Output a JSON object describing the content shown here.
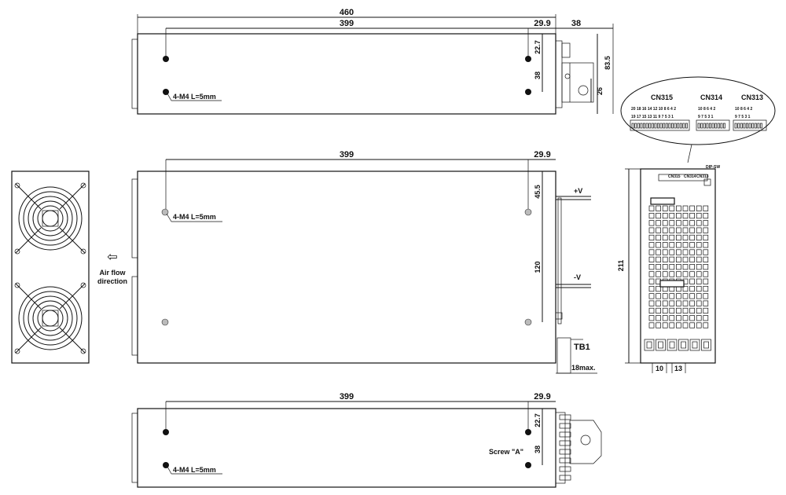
{
  "dims": {
    "top_total": "460",
    "top_body": "399",
    "top_right": "29.9",
    "top_ext": "38",
    "top_22": "22.7",
    "top_38": "38",
    "top_835": "83.5",
    "top_26": "26",
    "mid_399": "399",
    "mid_299": "29.9",
    "mid_455": "45.5",
    "mid_120": "120",
    "bot_399": "399",
    "bot_299": "29.9",
    "bot_22": "22.7",
    "bot_38": "38",
    "side_211": "211",
    "side_10": "10",
    "side_13": "13",
    "tb_18": "18max."
  },
  "labels": {
    "screw_top": "4-M4 L=5mm",
    "screw_mid": "4-M4 L=5mm",
    "screw_bot": "4-M4 L=5mm",
    "plus_v": "+V",
    "minus_v": "-V",
    "tb1": "TB1",
    "airflow_line1": "Air flow",
    "airflow_line2": "direction",
    "airflow_arrow": "⇦",
    "screw_a": "Screw \"A\"",
    "dip_sw": "DIP-SW"
  },
  "connectors": {
    "cn315": {
      "name": "CN315",
      "row_top": "20 18 16 14 12 10 8 6 4 2",
      "row_bottom": "19 17 15 13 11 9 7 5 3 1"
    },
    "cn314": {
      "name": "CN314",
      "row_top": "10 8 6 4 2",
      "row_bottom": "9 7 5 3 1"
    },
    "cn313": {
      "name": "CN313",
      "row_top": "10 8 6 4 2",
      "row_bottom": "9 7 5 3 1"
    }
  },
  "board_labels": {
    "a": "CN313",
    "b": "CN314",
    "c": "CN315"
  }
}
